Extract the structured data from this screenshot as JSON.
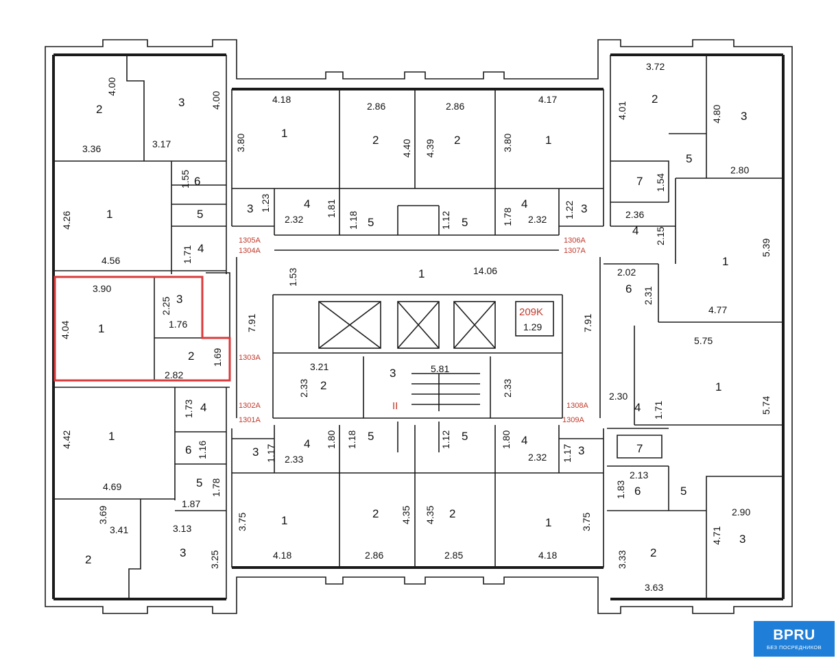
{
  "plan": {
    "labels": {
      "nw_2": "2",
      "nw_2_w": "3.36",
      "nw_2_h": "4.00",
      "nw_3": "3",
      "nw_3_w": "3.17",
      "nw_3_h": "4.00",
      "w_6": "6",
      "w_6_d": "1.55",
      "w_5": "5",
      "w_1": "1",
      "w_1_w": "4.56",
      "w_1_h": "4.26",
      "w_4": "4",
      "w_4_d": "1.71",
      "sel_1": "1",
      "sel_1_w": "3.90",
      "sel_1_h": "4.04",
      "sel_3": "3",
      "sel_3_a": "2.25",
      "sel_3_b": "1.76",
      "sel_2": "2",
      "sel_2_a": "2.82",
      "sel_2_b": "1.69",
      "sw_4": "4",
      "sw_4_d": "1.73",
      "sw_1": "1",
      "sw_1_w": "4.69",
      "sw_1_h": "4.42",
      "sw_6": "6",
      "sw_6_d": "1.16",
      "sw_5": "5",
      "sw_5_a": "1.78",
      "sw_5_b": "1.87",
      "sw_2": "2",
      "sw_2_a": "3.69",
      "sw_2_b": "3.41",
      "sw_3": "3",
      "sw_3_a": "3.13",
      "sw_3_b": "3.25",
      "tn_1a": "1",
      "tn_1a_w": "4.18",
      "tn_1a_h": "3.80",
      "tn_2a": "2",
      "tn_2a_w": "2.86",
      "tn_2a_h": "4.40",
      "tn_2b": "2",
      "tn_2b_w": "2.86",
      "tn_2b_h": "4.39",
      "tn_1b": "1",
      "tn_1b_w": "4.17",
      "tn_1b_h": "3.80",
      "tn_3a": "3",
      "tn_3a_d": "1.23",
      "tn_4a": "4",
      "tn_4a_w": "2.32",
      "tn_4a_h": "1.81",
      "tn_5a": "5",
      "tn_5a_d": "1.18",
      "tn_5b": "5",
      "tn_5b_d": "1.12",
      "tn_4b": "4",
      "tn_4b_d": "1.78",
      "tn_4b_w": "2.32",
      "tn_3b": "3",
      "tn_3b_d": "1.22",
      "corr_1": "1",
      "corr_len": "14.06",
      "corr_w": "1.53",
      "corr_l": "7.91",
      "corr_r": "7.91",
      "c_2": "2",
      "c_2_w": "3.21",
      "c_2_h": "2.33",
      "c_3": "3",
      "c_3_w": "5.81",
      "c_3_r": "2.33",
      "c_209": "209K",
      "c_209_d": "1.29",
      "c_II": "II",
      "r_1305": "1305A",
      "r_1304": "1304A",
      "r_1303": "1303A",
      "r_1302": "1302A",
      "r_1301": "1301A",
      "r_1306": "1306A",
      "r_1307": "1307A",
      "r_1308": "1308A",
      "r_1309": "1309A",
      "ts_3a": "3",
      "ts_3a_d": "1.17",
      "ts_4a": "4",
      "ts_4a_w": "2.33",
      "ts_4a_h": "1.80",
      "ts_5a": "5",
      "ts_5a_d": "1.18",
      "ts_5b": "5",
      "ts_5b_d": "1.12",
      "ts_4b": "4",
      "ts_4b_d": "1.80",
      "ts_4b_w": "2.32",
      "ts_3b": "3",
      "ts_3b_d": "1.17",
      "ts_1a": "1",
      "ts_1a_w": "4.18",
      "ts_1a_h": "3.75",
      "ts_2a": "2",
      "ts_2a_w": "2.86",
      "ts_2a_h": "4.35",
      "ts_2b": "2",
      "ts_2b_w": "2.85",
      "ts_2b_h": "4.35",
      "ts_1b": "1",
      "ts_1b_w": "4.18",
      "ts_1b_h": "3.75",
      "ne_2": "2",
      "ne_2_w": "3.72",
      "ne_2_h": "4.01",
      "ne_3": "3",
      "ne_3_w": "2.80",
      "ne_3_h": "4.80",
      "ne_5": "5",
      "ne_7": "7",
      "ne_7_d": "1.54",
      "e_4": "4",
      "e_4_w": "2.36",
      "e_4_h": "2.15",
      "e_1": "1",
      "e_1_w": "4.77",
      "e_1_h": "5.39",
      "e_6": "6",
      "e_6_w": "2.02",
      "e_6_h": "2.31",
      "se_1": "1",
      "se_1_w": "5.75",
      "se_1_h": "5.74",
      "se_4": "4",
      "se_4_w": "2.30",
      "se_4_h": "1.71",
      "se_7": "7",
      "se_6": "6",
      "se_6_a": "2.13",
      "se_6_b": "1.83",
      "se_5": "5",
      "se_2": "2",
      "se_2_w": "3.63",
      "se_2_h": "3.33",
      "se_3": "3",
      "se_3_w": "2.90",
      "se_3_h": "4.71"
    }
  },
  "logo": {
    "title": "BPRU",
    "subtitle": "БЕЗ ПОСРЕДНИКОВ"
  },
  "colors": {
    "wall": "#1a1a1a",
    "highlight": "#d93a3a",
    "label_red": "#c0392b",
    "logo_bg": "#1f7fd8"
  }
}
